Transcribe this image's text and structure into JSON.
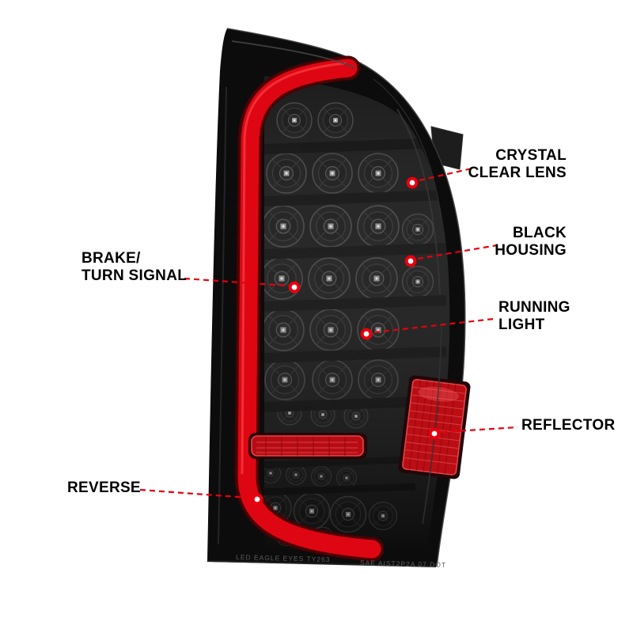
{
  "diagram": {
    "subject": "LED tail light annotated parts diagram",
    "colors": {
      "background": "#ffffff",
      "leader": "#e8000d",
      "label-text": "#000000",
      "housing": "#0c0c0c",
      "light-bar": "#de0612",
      "reflector-red": "#bb0d14"
    },
    "callouts": [
      {
        "id": "crystal-clear-lens",
        "lines": [
          "CRYSTAL",
          "CLEAR LENS"
        ]
      },
      {
        "id": "black-housing",
        "lines": [
          "BLACK",
          "HOUSING"
        ]
      },
      {
        "id": "running-light",
        "lines": [
          "RUNNING",
          "LIGHT"
        ]
      },
      {
        "id": "reflector",
        "lines": [
          "REFLECTOR"
        ]
      },
      {
        "id": "brake-turn-signal",
        "lines": [
          "BRAKE/",
          "TURN SIGNAL"
        ]
      },
      {
        "id": "reverse",
        "lines": [
          "REVERSE"
        ]
      }
    ],
    "etching": {
      "left": "LED EAGLE EYES TY263",
      "right": "SAE AIST2P2A 07 DOT"
    }
  }
}
